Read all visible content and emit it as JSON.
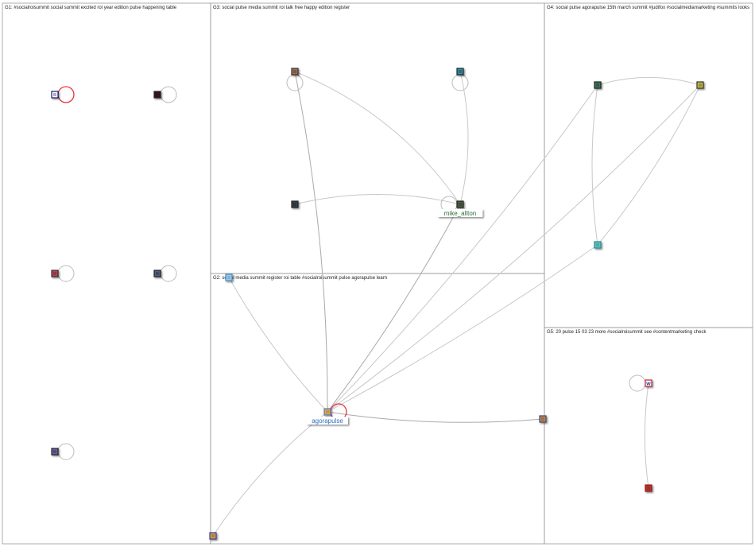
{
  "groups": [
    {
      "id": "G1",
      "title": "G1: #socialroisummit social summit excited roi year edition pulse happening table"
    },
    {
      "id": "G3",
      "title": "G3: social pulse media summit roi talk free happy edition register"
    },
    {
      "id": "G4",
      "title": "G4: social pulse agorapulse 15th march summit #judifox #socialmediamarketing #summits looks"
    },
    {
      "id": "G2",
      "title": "G2: social media summit register roi table #socialroisummit pulse agorapulse learn"
    },
    {
      "id": "G5",
      "title": "G5: 20 pulse 15 03 23 more #socialroisummit see #contentmarketing check"
    }
  ],
  "nodes": [
    {
      "id": "g1a",
      "group": "G1",
      "frame": "#1a1a6e",
      "fill": "#ffffff",
      "self_loop_color": "#e8303a"
    },
    {
      "id": "g1b",
      "group": "G1",
      "frame": "#222222",
      "fill": "#3a1020",
      "self_loop_color": "#bbbbbb"
    },
    {
      "id": "g1c",
      "group": "G1",
      "frame": "#333333",
      "fill": "#c04050",
      "self_loop_color": "#bbbbbb"
    },
    {
      "id": "g1d",
      "group": "G1",
      "frame": "#222222",
      "fill": "#506080",
      "self_loop_color": "#bbbbbb"
    },
    {
      "id": "g1e",
      "group": "G1",
      "frame": "#222222",
      "fill": "#7060a0",
      "self_loop_color": "#bbbbbb"
    },
    {
      "id": "g3a",
      "group": "G3",
      "frame": "#333333",
      "fill": "#a07050",
      "self_loop_color": "#bbbbbb"
    },
    {
      "id": "g3b",
      "group": "G3",
      "frame": "#222222",
      "fill": "#3090b0",
      "self_loop_color": "#bbbbbb"
    },
    {
      "id": "g3c",
      "group": "G3",
      "frame": "#222222",
      "fill": "#304050",
      "self_loop_color": "#bbbbbb"
    },
    {
      "id": "mike",
      "group": "G3",
      "frame": "#222222",
      "fill": "#506040",
      "self_loop_color": "#bbbbbb",
      "label": "mike_allton",
      "label_color": "#2a6e3a"
    },
    {
      "id": "g4a",
      "group": "G4",
      "frame": "#222222",
      "fill": "#3a7a5a",
      "self_loop_color": "#bbbbbb"
    },
    {
      "id": "g4b",
      "group": "G4",
      "frame": "#333333",
      "fill": "#d0c040",
      "self_loop_color": "#bbbbbb"
    },
    {
      "id": "g4c",
      "group": "G4",
      "frame": "#2a8a8a",
      "fill": "#60c0c0",
      "self_loop_color": "#bbbbbb"
    },
    {
      "id": "g2a",
      "group": "G2",
      "frame": "#4a90c0",
      "fill": "#a0c8e8",
      "self_loop_color": "#bbbbbb"
    },
    {
      "id": "agora",
      "group": "G2",
      "frame": "#4a80c0",
      "fill": "#f0a030",
      "self_loop_color": "#e8303a",
      "label": "agorapulse",
      "label_color": "#2a70c0"
    },
    {
      "id": "g2c",
      "group": "G2",
      "frame": "#305080",
      "fill": "#d08040",
      "self_loop_color": "#bbbbbb"
    },
    {
      "id": "g2d",
      "group": "G2",
      "frame": "#304090",
      "fill": "#e0a040",
      "self_loop_color": "#bbbbbb"
    },
    {
      "id": "g5a",
      "group": "G5",
      "frame": "#c02030",
      "fill": "#ffffff",
      "self_loop_color": "#bbbbbb",
      "glyph": "w",
      "glyph_color": "#2040a0"
    },
    {
      "id": "g5b",
      "group": "G5",
      "frame": "#802020",
      "fill": "#c03030",
      "self_loop_color": "#bbbbbb"
    }
  ],
  "edges": [
    {
      "from": "agora",
      "to": "g3a",
      "color": "#aaaaaa"
    },
    {
      "from": "g3a",
      "to": "mike",
      "color": "#c8c8c8"
    },
    {
      "from": "g3c",
      "to": "mike",
      "color": "#c8c8c8"
    },
    {
      "from": "mike",
      "to": "g3b",
      "color": "#c8c8c8"
    },
    {
      "from": "agora",
      "to": "mike",
      "color": "#aaaaaa"
    },
    {
      "from": "agora",
      "to": "g4a",
      "color": "#c8c8c8"
    },
    {
      "from": "agora",
      "to": "g4b",
      "color": "#c8c8c8"
    },
    {
      "from": "agora",
      "to": "g4c",
      "color": "#c8c8c8"
    },
    {
      "from": "agora",
      "to": "g2a",
      "color": "#c8c8c8"
    },
    {
      "from": "agora",
      "to": "g2c",
      "color": "#aaaaaa"
    },
    {
      "from": "g2d",
      "to": "agora",
      "color": "#c8c8c8"
    },
    {
      "from": "g4a",
      "to": "g4b",
      "color": "#c8c8c8"
    },
    {
      "from": "g4c",
      "to": "g4a",
      "color": "#c8c8c8"
    },
    {
      "from": "g4c",
      "to": "g4b",
      "color": "#c8c8c8"
    },
    {
      "from": "g5a",
      "to": "g5b",
      "color": "#c8c8c8"
    }
  ],
  "colors": {
    "frame": "#999999",
    "background": "#ffffff"
  }
}
